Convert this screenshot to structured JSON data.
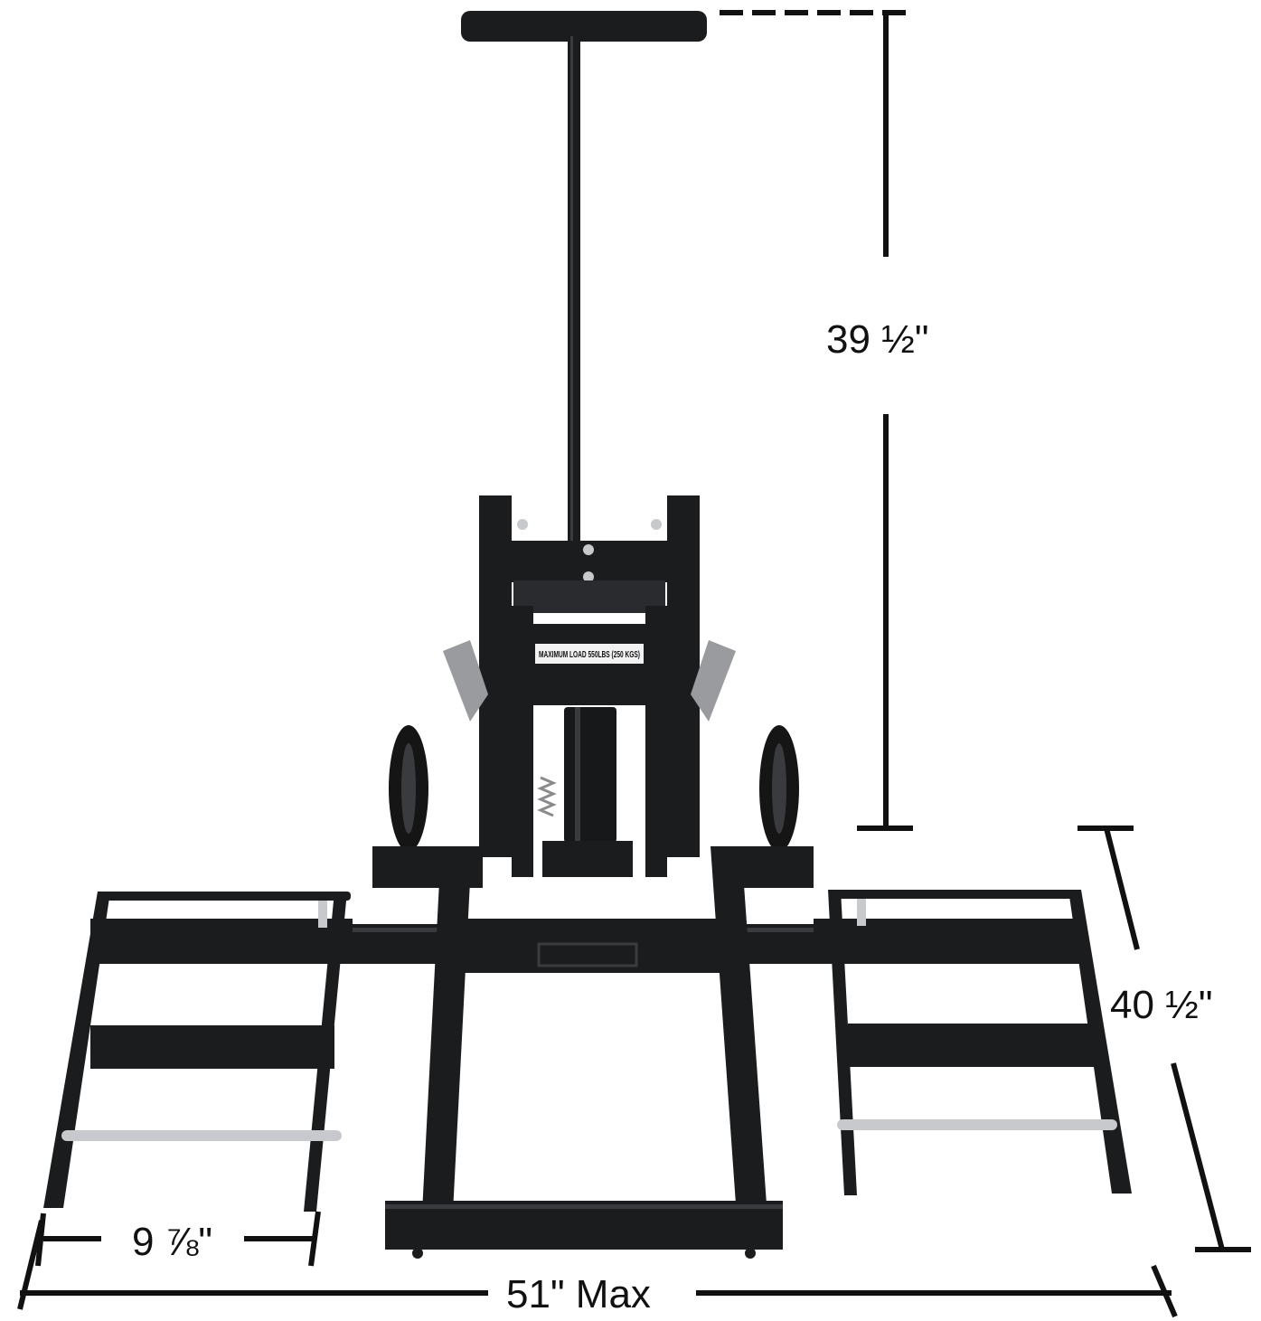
{
  "image": {
    "subject": "lift-jack",
    "colors": {
      "frame": "#1b1c1e",
      "frame_highlight": "#3a3b3e",
      "background": "#ffffff",
      "dimension_line": "#111111",
      "decal": "#f2f2f2",
      "chrome": "#c8c9cc"
    }
  },
  "dimensions": {
    "height": "39 ½\"",
    "depth": "40 ½\"",
    "arm_width": "9 ⅞\"",
    "total_width": "51\" Max"
  },
  "decal": {
    "text": "MAXIMUM LOAD 550LBS (250 KGS)"
  }
}
